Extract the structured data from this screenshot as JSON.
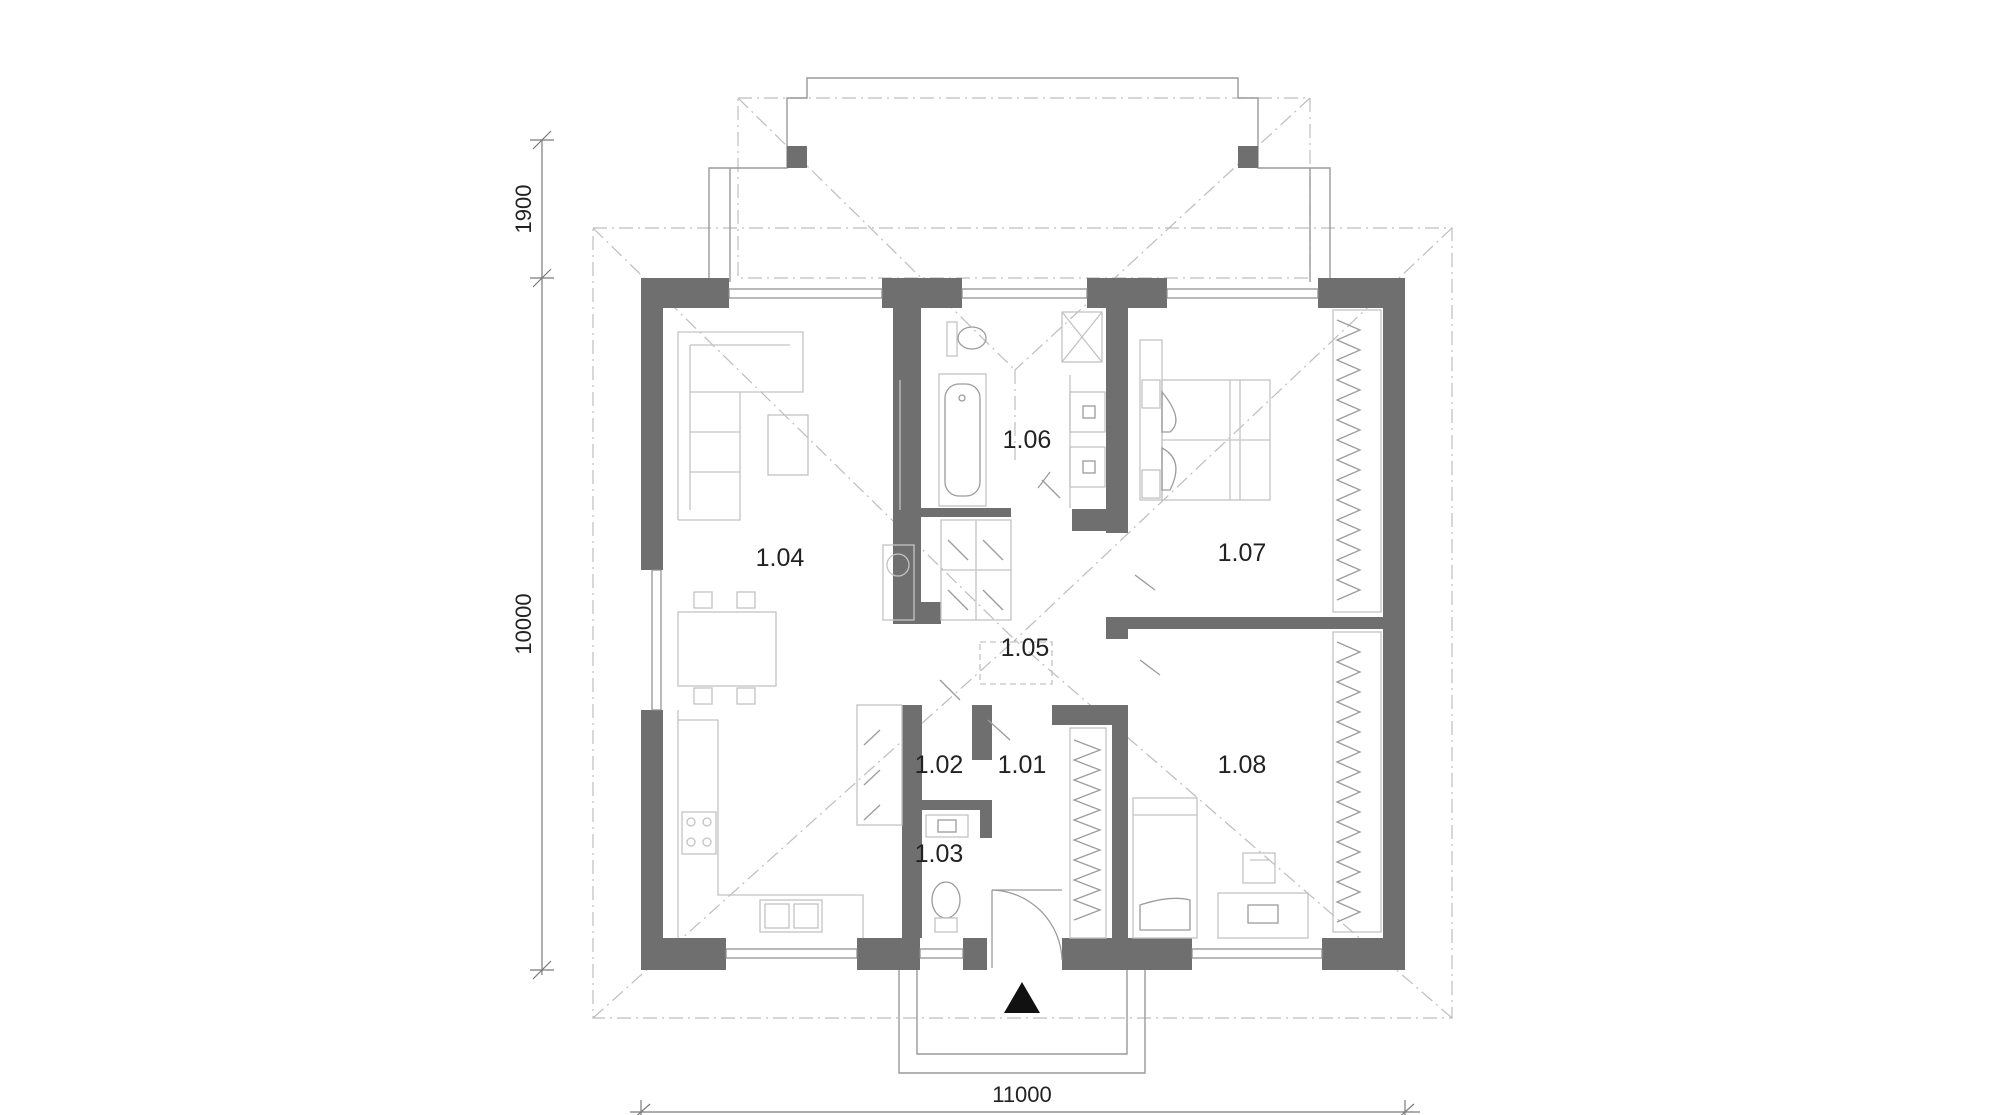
{
  "rooms": {
    "r101": "1.01",
    "r102": "1.02",
    "r103": "1.03",
    "r104": "1.04",
    "r105": "1.05",
    "r106": "1.06",
    "r107": "1.07",
    "r108": "1.08"
  },
  "dimensions": {
    "terrace_depth": "1900",
    "house_depth": "10000",
    "house_width": "11000"
  },
  "colors": {
    "wall": "#6f6f6f",
    "line": "#9a9a9a",
    "furniture": "#c3c3c3",
    "background": "#ffffff"
  },
  "icons": {
    "entrance": "entrance-arrow-icon"
  }
}
